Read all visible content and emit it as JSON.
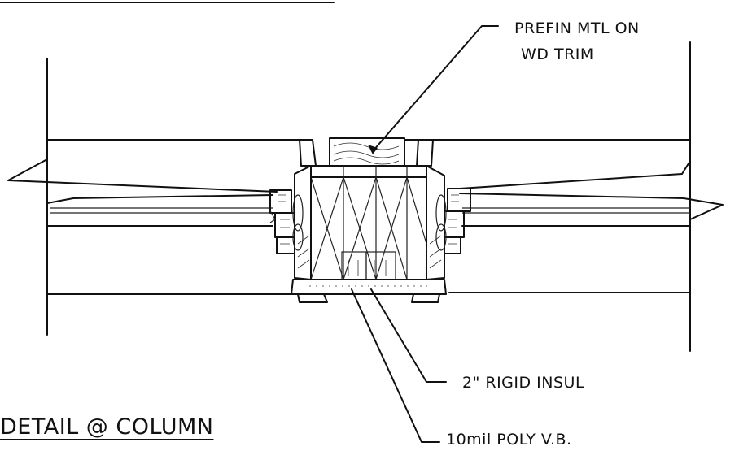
{
  "drawing": {
    "title": "DETAIL @ COLUMN",
    "callouts": {
      "trim": {
        "line1": "PREFIN MTL ON",
        "line2": "WD TRIM"
      },
      "insulation": "2\" RIGID INSUL",
      "vapor_barrier": "10mil POLY V.B."
    }
  }
}
